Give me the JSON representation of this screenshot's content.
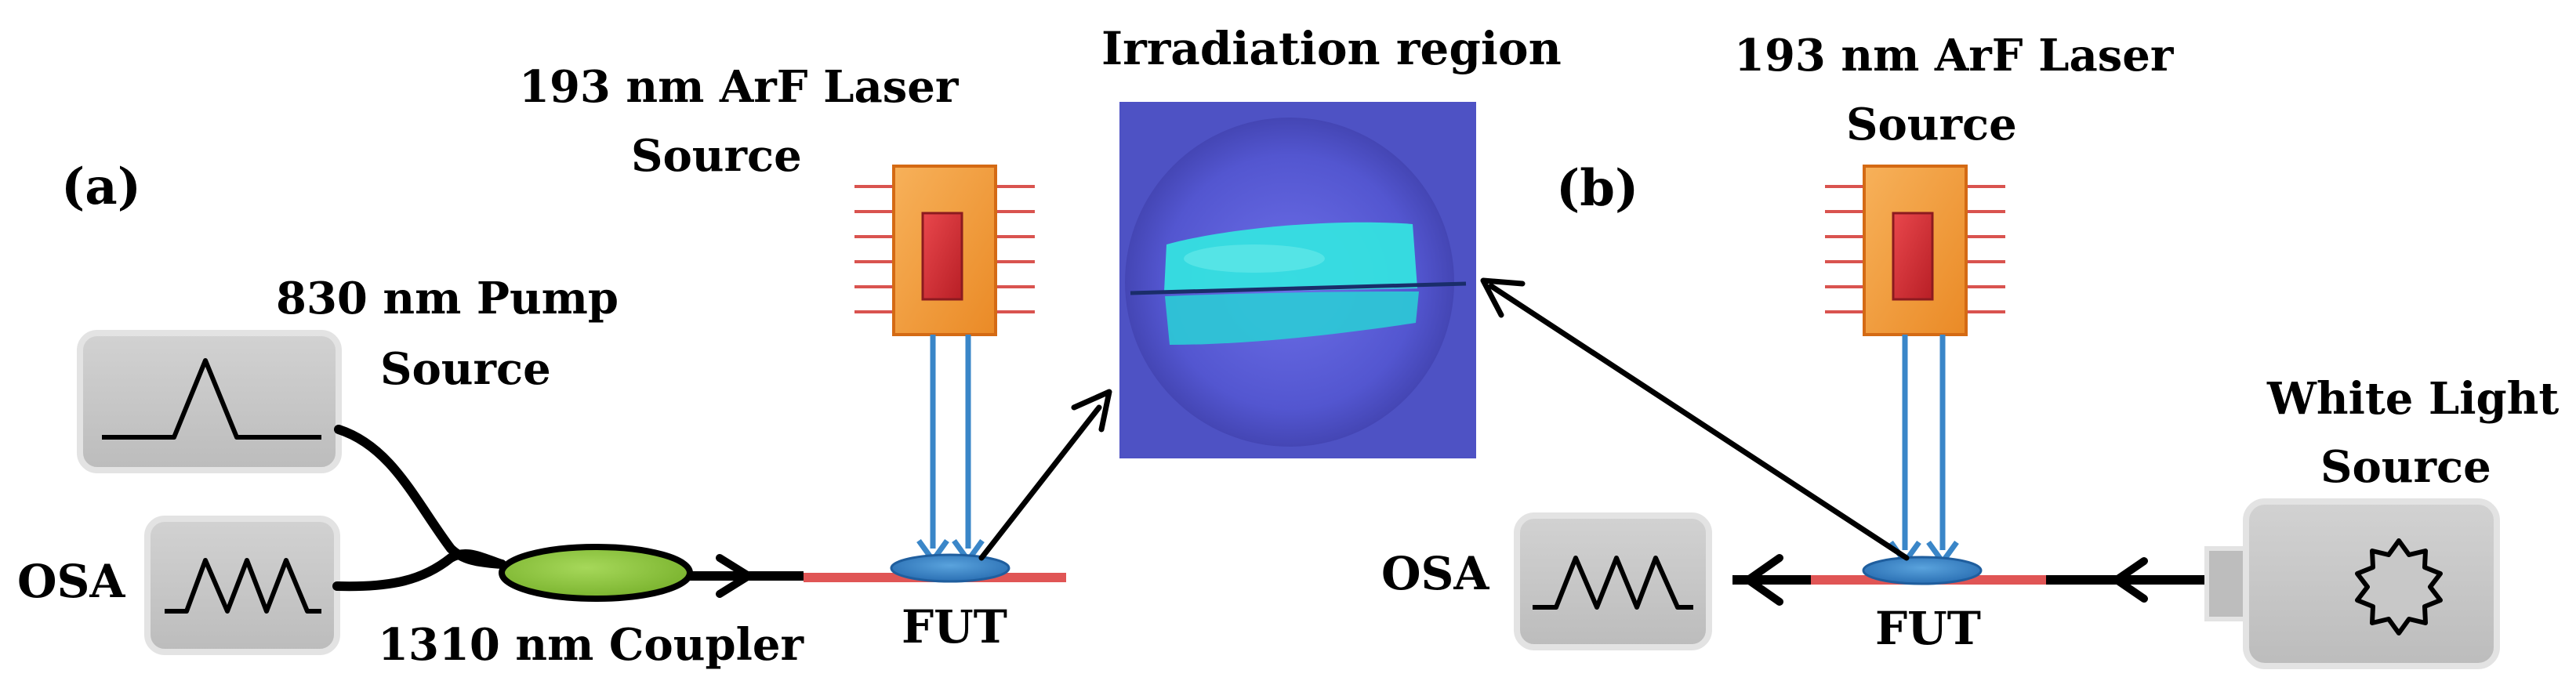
{
  "panel_a": {
    "label": "(a)",
    "laser_label_line1": "193 nm ArF Laser",
    "laser_label_line2": "Source",
    "pump_label_line1": "830 nm Pump",
    "pump_label_line2": "Source",
    "osa_label": "OSA",
    "coupler_label": "1310 nm Coupler",
    "fut_label": "FUT"
  },
  "irradiation": {
    "title": "Irradiation region"
  },
  "panel_b": {
    "label": "(b)",
    "laser_label_line1": "193 nm ArF Laser",
    "laser_label_line2": "Source",
    "white_light_label_line1": "White Light",
    "white_light_label_line2": "Source",
    "osa_label": "OSA",
    "fut_label": "FUT"
  },
  "colors": {
    "laser_body": "#f39a3c",
    "laser_window": "#d9333a",
    "laser_pins": "#d9534f",
    "beam": "#3a86c8",
    "fiber_under_test": "#e05555",
    "coupler": "#8cc63f",
    "instrument_box": "#c8c8c8",
    "irradiation_glow": "#38e0e0",
    "irradiation_bg": "#5a5fd6"
  }
}
